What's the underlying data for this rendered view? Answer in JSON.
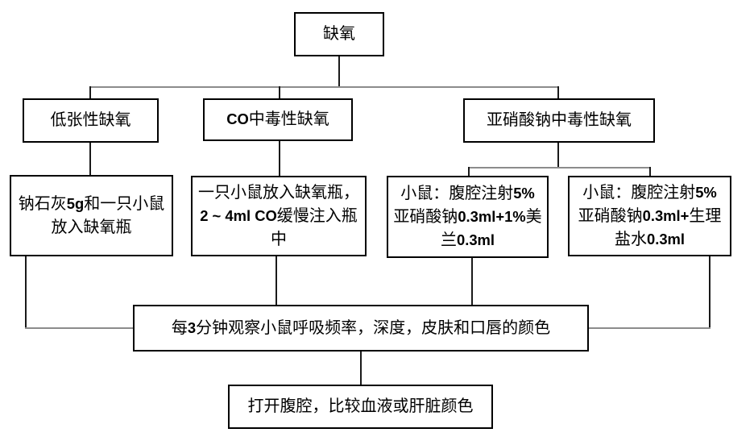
{
  "flowchart": {
    "root": {
      "lines": [
        "缺氧"
      ]
    },
    "branches": {
      "hypotonic": {
        "lines": [
          "低张性缺氧"
        ]
      },
      "co": {
        "lines": [
          "CO中毒性缺氧"
        ]
      },
      "nitrite": {
        "lines": [
          "亚硝酸钠中毒性缺氧"
        ]
      }
    },
    "methods": {
      "hypotonic": {
        "lines": [
          "钠石灰5g和一只小鼠",
          "放入缺氧瓶"
        ]
      },
      "co": {
        "lines": [
          "一只小鼠放入缺氧瓶，",
          "2 ~ 4ml CO缓慢注入瓶",
          "中"
        ]
      },
      "nitrite_methylene_blue": {
        "lines": [
          "小鼠：腹腔注射5%",
          "亚硝酸钠0.3ml+1%美",
          "兰0.3ml"
        ]
      },
      "nitrite_saline": {
        "lines": [
          "小鼠：腹腔注射5%",
          "亚硝酸钠0.3ml+生理",
          "盐水0.3ml"
        ]
      }
    },
    "observe": {
      "lines": [
        "每3分钟观察小鼠呼吸频率，深度，皮肤和口唇的颜色"
      ]
    },
    "final": {
      "lines": [
        "打开腹腔，比较血液或肝脏颜色"
      ]
    }
  },
  "colors": {
    "background": "#ffffff",
    "box_border": "#000000",
    "text": "#000000",
    "connector_vertical": "#1a1a1a",
    "connector_horizontal": "#8c8c8c"
  }
}
